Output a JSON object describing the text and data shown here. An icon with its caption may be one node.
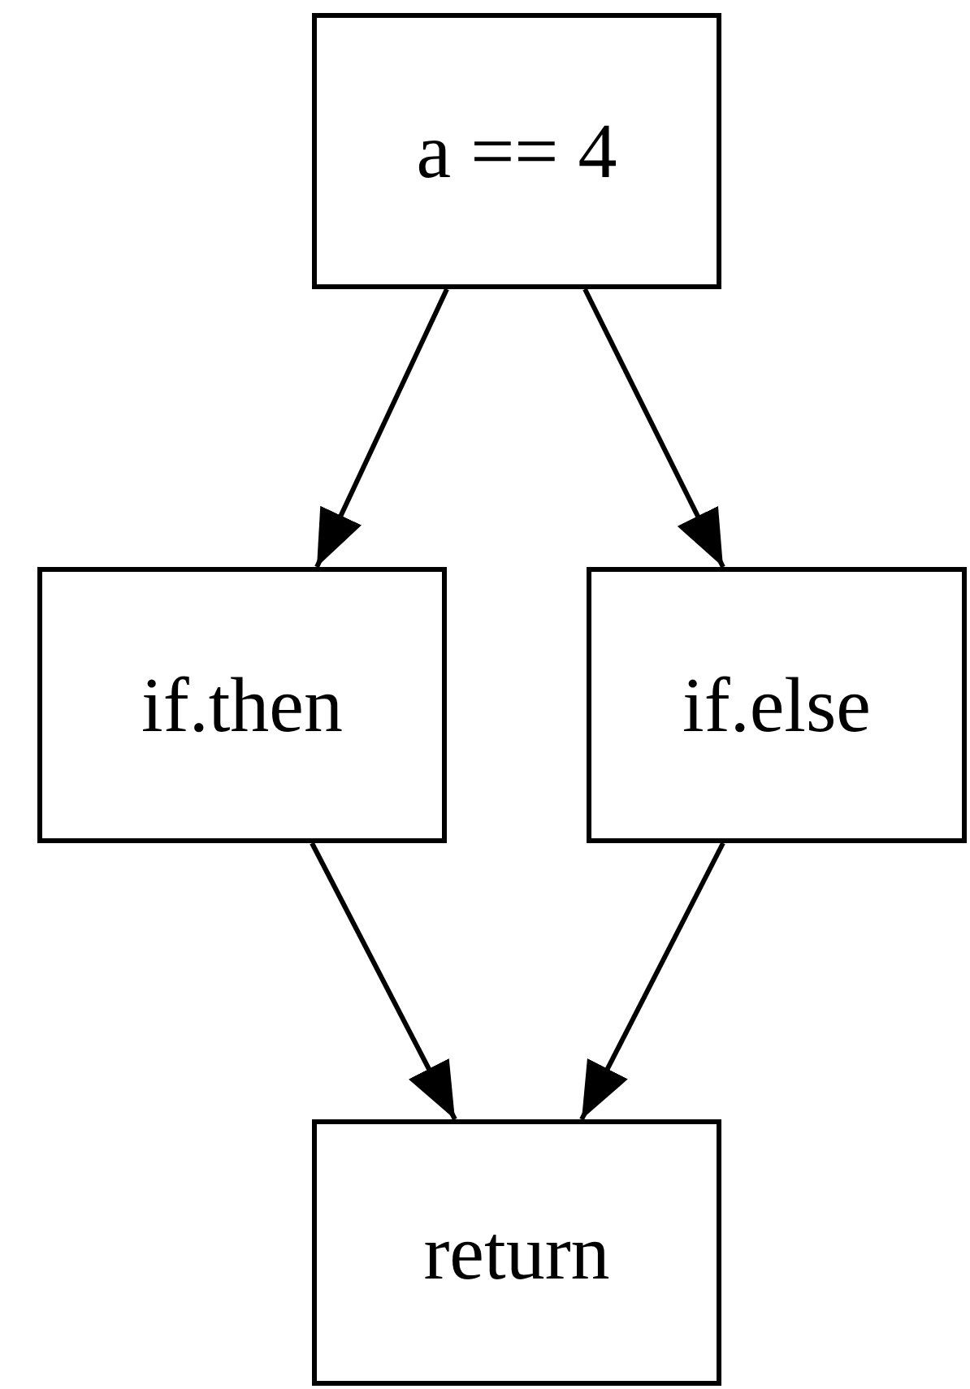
{
  "diagram": {
    "nodes": [
      {
        "text": [
          "a == 4"
        ]
      },
      {
        "text": [
          "if.then"
        ]
      },
      {
        "text": [
          "if.else"
        ]
      },
      {
        "text": [
          "return"
        ]
      }
    ],
    "edges": [
      {
        "from": 0,
        "to": 1,
        "arrow": "to"
      },
      {
        "from": 0,
        "to": 2,
        "arrow": "to"
      },
      {
        "from": 1,
        "to": 3,
        "arrow": "to"
      },
      {
        "from": 2,
        "to": 3,
        "arrow": "to"
      }
    ]
  }
}
